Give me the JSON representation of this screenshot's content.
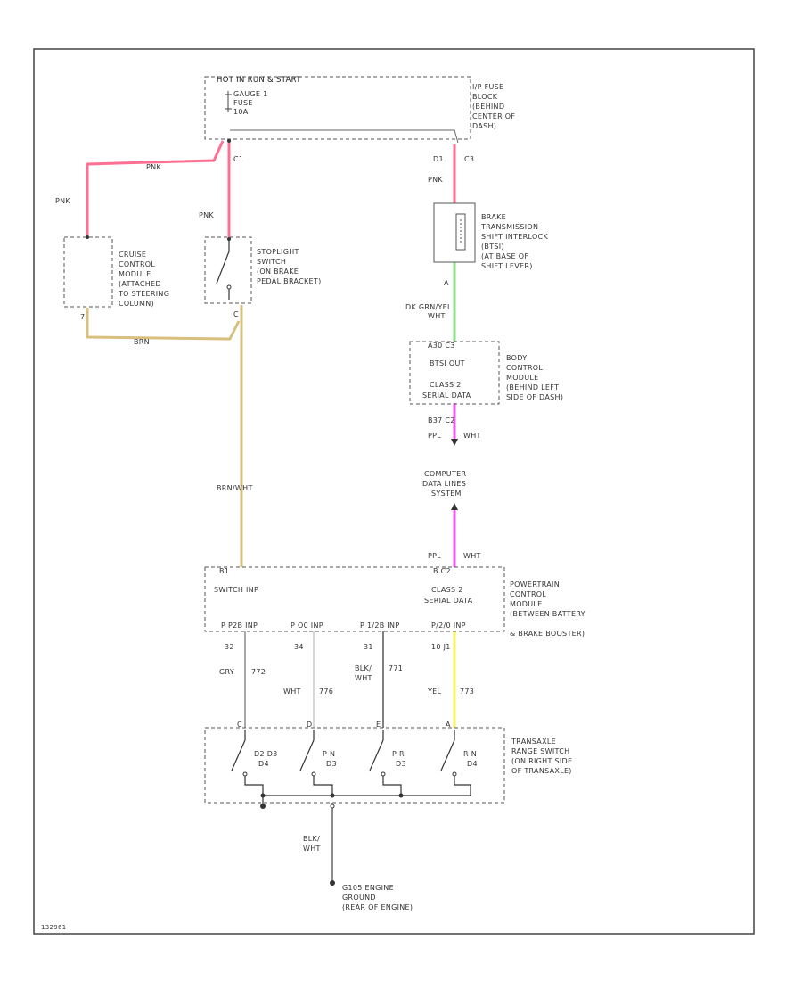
{
  "diagram_id": "132961",
  "fuse_box": {
    "title": "HOT IN RUN & START",
    "lines": [
      "GAUGE 1",
      "FUSE",
      "10A"
    ],
    "desc": [
      "I/P FUSE",
      "BLOCK",
      "(BEHIND",
      "CENTER OF",
      "DASH)"
    ],
    "pin_left": "C1",
    "pin_right_a": "D1",
    "pin_right_b": "C3"
  },
  "wires": {
    "pnk_1": "PNK",
    "pnk_2": "PNK",
    "pnk_3": "PNK",
    "pnk_4": "PNK",
    "brn": "BRN",
    "brn_wht": "BRN/WHT",
    "dk_grn_wht": [
      "DK GRN/YEL",
      "WHT"
    ],
    "ppl_wht_1": [
      "PPL",
      "WHT"
    ],
    "ppl_wht_2": [
      "PPL",
      "WHT"
    ],
    "gry": [
      "GRY",
      "772"
    ],
    "wht": [
      "WHT",
      "776"
    ],
    "blk_wht": [
      "BLK/",
      "WHT",
      "771"
    ],
    "yel": [
      "YEL",
      "773"
    ],
    "gnd_blk": [
      "BLK/",
      "WHT"
    ]
  },
  "cruise": {
    "desc": [
      "CRUISE",
      "CONTROL",
      "MODULE",
      "(ATTACHED",
      "TO STEERING",
      "COLUMN)"
    ],
    "pin_bottom": "7"
  },
  "stoplight": {
    "desc": [
      "STOPLIGHT",
      "SWITCH",
      "(ON BRAKE",
      "PEDAL BRACKET)"
    ],
    "pin_bottom": "C"
  },
  "btsi": {
    "desc": [
      "BRAKE",
      "TRANSMISSION",
      "SHIFT INTERLOCK",
      "(BTSI)",
      "(AT BASE OF",
      "SHIFT LEVER)"
    ],
    "pin": "A"
  },
  "bcm": {
    "pin_top": "A30 C3",
    "line1": "BTSI OUT",
    "line2": [
      "CLASS 2",
      "SERIAL DATA"
    ],
    "desc": [
      "BODY",
      "CONTROL",
      "MODULE",
      "(BEHIND LEFT",
      "SIDE OF DASH)"
    ],
    "pin_bottom": "B37 C2"
  },
  "data_lines": [
    "COMPUTER",
    "DATA LINES",
    "SYSTEM"
  ],
  "pcm": {
    "pin_left": "B1",
    "pin_right": "B C2",
    "switch_label": "SWITCH INP",
    "class2": [
      "CLASS 2",
      "SERIAL DATA"
    ],
    "desc": [
      "POWERTRAIN",
      "CONTROL",
      "MODULE",
      "(BETWEEN BATTERY",
      "& BRAKE BOOSTER)"
    ],
    "inputs": [
      {
        "label": "P P2B INP",
        "pin": "32"
      },
      {
        "label": "P O0 INP",
        "pin": "34"
      },
      {
        "label": "P 1/2B INP",
        "pin": "31"
      },
      {
        "label": "P/2/0 INP",
        "pin": "10 J1"
      }
    ]
  },
  "trans_switch": {
    "pins": [
      "C",
      "D",
      "E",
      "A"
    ],
    "sw_labels": [
      [
        "D2 D3",
        "D4"
      ],
      [
        "P N",
        "D3"
      ],
      [
        "P R",
        "D3"
      ],
      [
        "R N",
        "D4"
      ]
    ],
    "desc": [
      "TRANSAXLE",
      "RANGE SWITCH",
      "(ON RIGHT SIDE",
      "OF TRANSAXLE)"
    ]
  },
  "ground": {
    "desc": [
      "G105 ENGINE",
      "GROUND",
      "(REAR OF ENGINE)"
    ]
  },
  "colors": {
    "pink": "#ff6f94",
    "tan": "#d8bf7e",
    "green": "#8ee08a",
    "magenta": "#f25cf2",
    "yellow": "#f4f460",
    "gray": "#a8a8a8",
    "white_wire": "#d7d7d7",
    "dark_gray": "#808080"
  }
}
